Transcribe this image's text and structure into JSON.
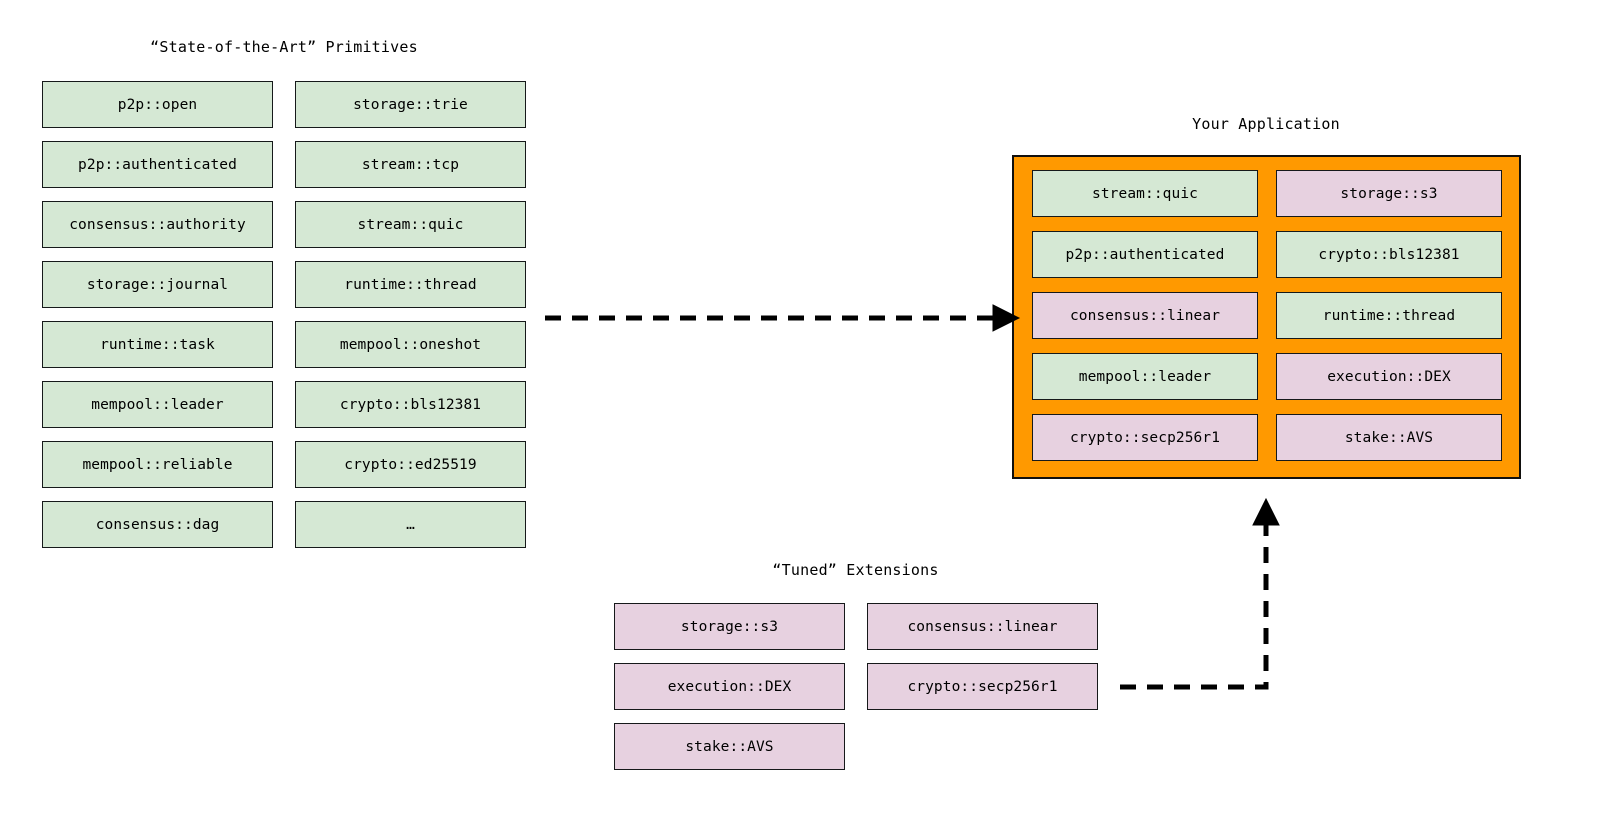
{
  "diagram": {
    "background": "#ffffff",
    "colors": {
      "primitive_fill": "#d5e8d4",
      "extension_fill": "#e7d1e0",
      "application_fill": "#ff9900",
      "border": "#16191a",
      "arrow": "#000000"
    }
  },
  "primitives": {
    "title": "“State-of-the-Art” Primitives",
    "column_one": [
      {
        "label": "p2p::open",
        "kind": "primitive"
      },
      {
        "label": "p2p::authenticated",
        "kind": "primitive"
      },
      {
        "label": "consensus::authority",
        "kind": "primitive"
      },
      {
        "label": "storage::journal",
        "kind": "primitive"
      },
      {
        "label": "runtime::task",
        "kind": "primitive"
      },
      {
        "label": "mempool::leader",
        "kind": "primitive"
      },
      {
        "label": "mempool::reliable",
        "kind": "primitive"
      },
      {
        "label": "consensus::dag",
        "kind": "primitive"
      }
    ],
    "column_two": [
      {
        "label": "storage::trie",
        "kind": "primitive"
      },
      {
        "label": "stream::tcp",
        "kind": "primitive"
      },
      {
        "label": "stream::quic",
        "kind": "primitive"
      },
      {
        "label": "runtime::thread",
        "kind": "primitive"
      },
      {
        "label": "mempool::oneshot",
        "kind": "primitive"
      },
      {
        "label": "crypto::bls12381",
        "kind": "primitive"
      },
      {
        "label": "crypto::ed25519",
        "kind": "primitive"
      },
      {
        "label": "…",
        "kind": "primitive"
      }
    ]
  },
  "extensions": {
    "title": "“Tuned” Extensions",
    "column_one": [
      {
        "label": "storage::s3",
        "kind": "extension"
      },
      {
        "label": "execution::DEX",
        "kind": "extension"
      },
      {
        "label": "stake::AVS",
        "kind": "extension"
      }
    ],
    "column_two": [
      {
        "label": "consensus::linear",
        "kind": "extension"
      },
      {
        "label": "crypto::secp256r1",
        "kind": "extension"
      }
    ]
  },
  "application": {
    "title": "Your Application",
    "column_one": [
      {
        "label": "stream::quic",
        "kind": "primitive"
      },
      {
        "label": "p2p::authenticated",
        "kind": "primitive"
      },
      {
        "label": "consensus::linear",
        "kind": "extension"
      },
      {
        "label": "mempool::leader",
        "kind": "primitive"
      },
      {
        "label": "crypto::secp256r1",
        "kind": "extension"
      }
    ],
    "column_two": [
      {
        "label": "storage::s3",
        "kind": "extension"
      },
      {
        "label": "crypto::bls12381",
        "kind": "primitive"
      },
      {
        "label": "runtime::thread",
        "kind": "primitive"
      },
      {
        "label": "execution::DEX",
        "kind": "extension"
      },
      {
        "label": "stake::AVS",
        "kind": "extension"
      }
    ]
  },
  "connectors": [
    {
      "name": "primitives-to-application",
      "style": "dashed-arrow",
      "direction": "right"
    },
    {
      "name": "extensions-to-application",
      "style": "dashed-elbow-arrow",
      "direction": "up"
    }
  ]
}
